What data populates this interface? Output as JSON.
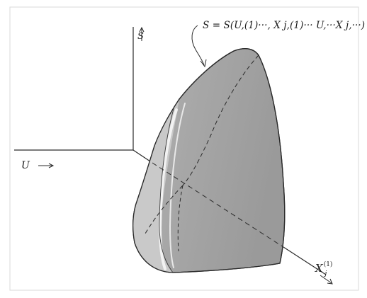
{
  "labels": {
    "s_axis": "S",
    "u_axis": "U",
    "xj_axis": "X",
    "xj_superscript": "(1)",
    "xj_subscript": "j",
    "equation": "S = S(U,(1)···, X j,(1)··· U,···X j,···)"
  },
  "colors": {
    "surface_fill": "#9d9d9d",
    "surface_light": "#c6c6c6",
    "highlight": "#f2f2f2",
    "line": "#2a2a2a"
  }
}
